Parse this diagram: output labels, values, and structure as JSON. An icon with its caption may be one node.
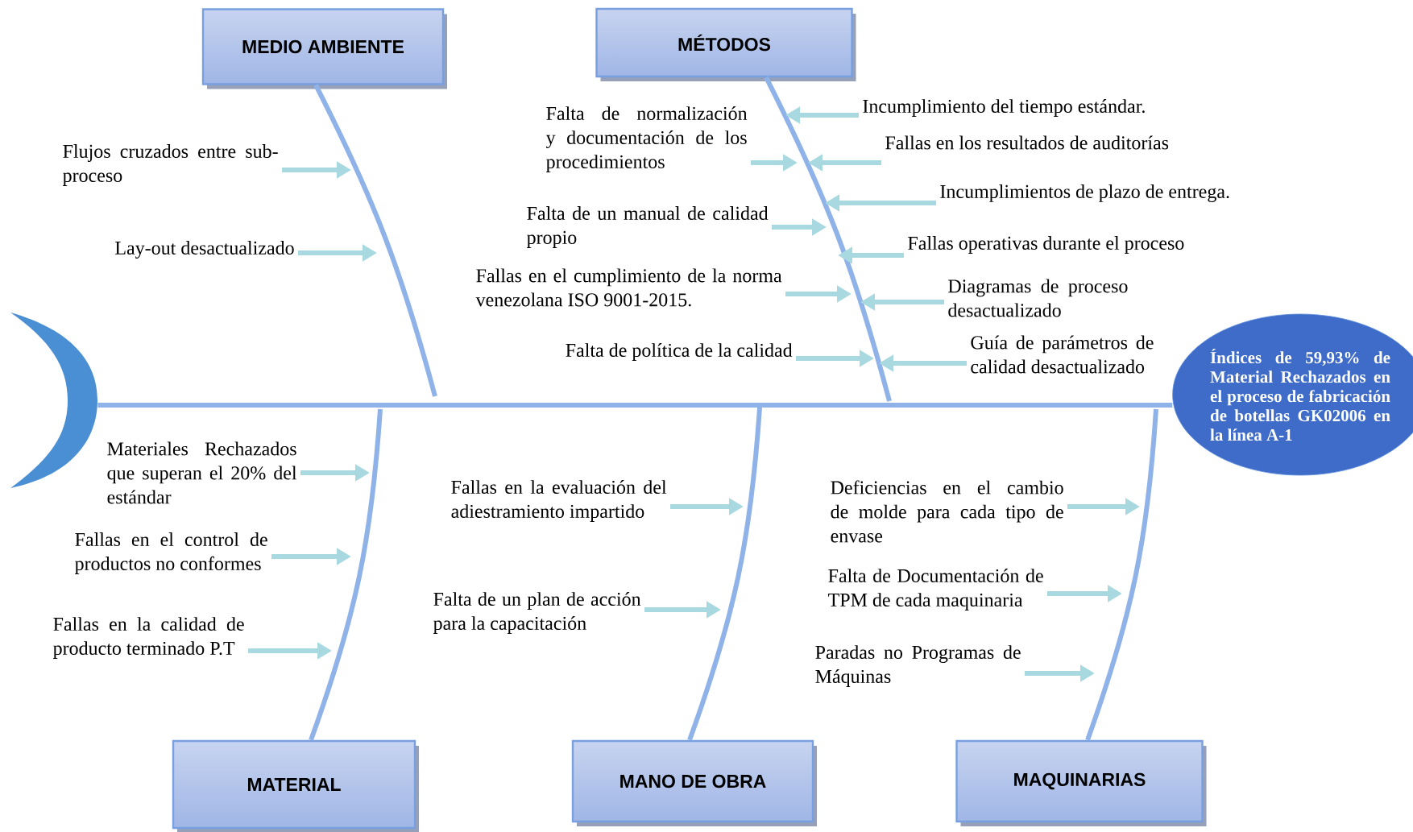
{
  "diagram": {
    "nodes": [
      {
        "text": [
          "MEDIO AMBIENTE"
        ]
      },
      {
        "text": [
          "MÉTODOS"
        ]
      },
      {
        "text": [
          "Flujos cruzados entre sub-proceso"
        ]
      },
      {
        "text": [
          "Lay-out desactualizado"
        ]
      },
      {
        "text": [
          "Falta de normalización y documentación de los procedimientos"
        ]
      },
      {
        "text": [
          "Incumplimiento del tiempo estándar."
        ]
      },
      {
        "text": [
          "Fallas en los resultados de auditorías"
        ]
      },
      {
        "text": [
          "Falta de un manual de calidad propio"
        ]
      },
      {
        "text": [
          "Incumplimientos de plazo de entrega."
        ]
      },
      {
        "text": [
          "Fallas operativas durante el proceso"
        ]
      },
      {
        "text": [
          "Fallas en el cumplimiento de la norma venezolana ISO 9001-2015."
        ]
      },
      {
        "text": [
          "Diagramas de proceso desactualizado"
        ]
      },
      {
        "text": [
          "Falta de política de la calidad"
        ]
      },
      {
        "text": [
          "Guía de parámetros de calidad desactualizado"
        ]
      },
      {
        "text": [],
        "shape": "crescent"
      },
      {
        "text": [
          "Índices de 59,93% de Material Rechazados en el proceso de fabricación de botellas GK02006 en la línea A-1"
        ]
      },
      {
        "text": [
          "Materiales Rechazados que superan el 20% del estándar"
        ]
      },
      {
        "text": [
          "Fallas en la evaluación del adiestramiento impartido"
        ]
      },
      {
        "text": [
          "Deficiencias en el cambio de molde para cada tipo de envase"
        ]
      },
      {
        "text": [
          "Fallas en el control de productos no conformes"
        ]
      },
      {
        "text": [
          "Falta de Documentación de TPM de cada maquinaria"
        ]
      },
      {
        "text": [
          "Falta de un plan de acción para la capacitación"
        ]
      },
      {
        "text": [
          "Fallas en la calidad de producto terminado P.T"
        ]
      },
      {
        "text": [
          "Paradas no Programas de Máquinas"
        ]
      },
      {
        "text": [
          "MATERIAL"
        ]
      },
      {
        "text": [
          "MANO DE OBRA"
        ]
      },
      {
        "text": [
          "MAQUINARIAS"
        ]
      }
    ],
    "edges": [
      {
        "from": 14,
        "to": 15,
        "arrow": "none",
        "color": "#8fb3e8"
      },
      {
        "from": 0,
        "to": null,
        "arrow": "none",
        "color": "#8fb3e8"
      },
      {
        "from": 1,
        "to": null,
        "arrow": "none",
        "color": "#8fb3e8"
      },
      {
        "from": 24,
        "to": null,
        "arrow": "none",
        "color": "#8fb3e8"
      },
      {
        "from": 25,
        "to": null,
        "arrow": "none",
        "color": "#8fb3e8"
      },
      {
        "from": 26,
        "to": null,
        "arrow": "none",
        "color": "#8fb3e8"
      },
      {
        "from": 2,
        "to": null,
        "arrow": "to"
      },
      {
        "from": 3,
        "to": null,
        "arrow": "to"
      },
      {
        "from": 4,
        "to": null,
        "arrow": "to"
      },
      {
        "from": 5,
        "to": null,
        "arrow": "to"
      },
      {
        "from": 6,
        "to": null,
        "arrow": "to"
      },
      {
        "from": 7,
        "to": null,
        "arrow": "to"
      },
      {
        "from": 8,
        "to": null,
        "arrow": "to"
      },
      {
        "from": 9,
        "to": null,
        "arrow": "to"
      },
      {
        "from": 10,
        "to": null,
        "arrow": "to"
      },
      {
        "from": 11,
        "to": null,
        "arrow": "to"
      },
      {
        "from": 12,
        "to": null,
        "arrow": "to"
      },
      {
        "from": 13,
        "to": null,
        "arrow": "to"
      },
      {
        "from": 16,
        "to": null,
        "arrow": "to"
      },
      {
        "from": 17,
        "to": null,
        "arrow": "to"
      },
      {
        "from": 18,
        "to": null,
        "arrow": "to"
      },
      {
        "from": 19,
        "to": null,
        "arrow": "to"
      },
      {
        "from": 20,
        "to": null,
        "arrow": "to"
      },
      {
        "from": 21,
        "to": null,
        "arrow": "to"
      },
      {
        "from": 22,
        "to": null,
        "arrow": "to"
      },
      {
        "from": 23,
        "to": null,
        "arrow": "to"
      }
    ]
  }
}
